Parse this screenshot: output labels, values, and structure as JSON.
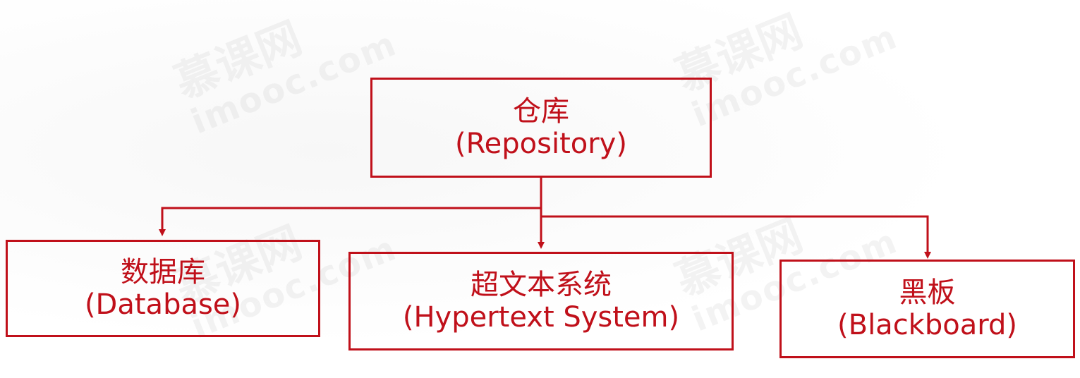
{
  "watermark": {
    "brand_cn": "慕课网",
    "brand_en": "imooc.com"
  },
  "colors": {
    "accent": "#c0101a"
  },
  "diagram": {
    "root": {
      "cn": "仓库",
      "en": "(Repository)"
    },
    "children": [
      {
        "cn": "数据库",
        "en": "(Database)"
      },
      {
        "cn": "超文本系统",
        "en": "(Hypertext System)"
      },
      {
        "cn": "黑板",
        "en": "(Blackboard)"
      }
    ]
  }
}
